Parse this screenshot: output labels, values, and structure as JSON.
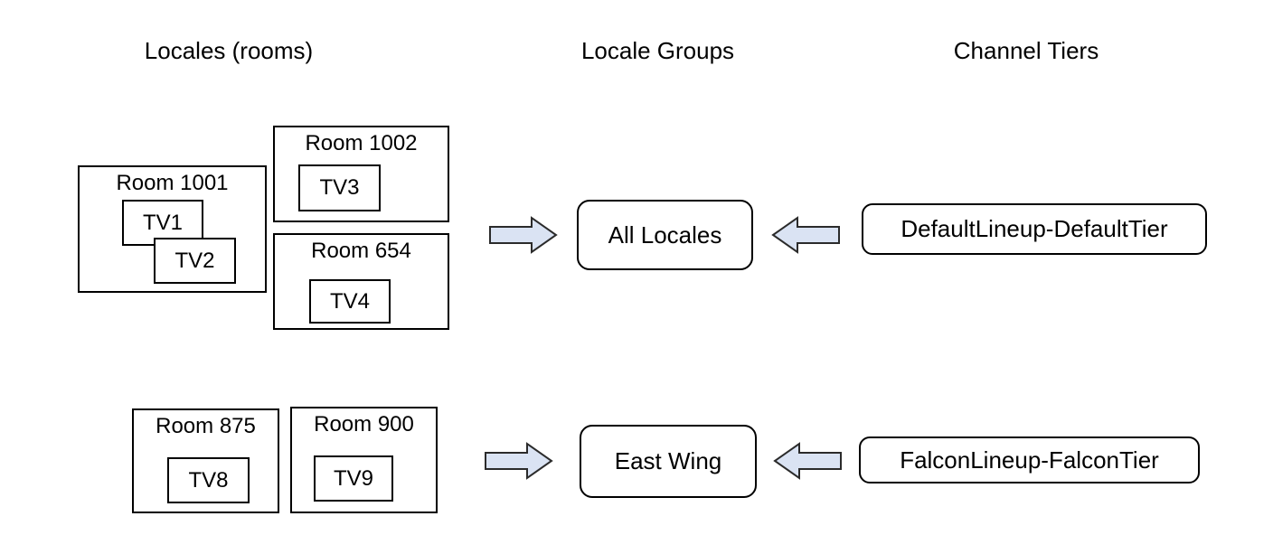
{
  "headers": {
    "locales": "Locales (rooms)",
    "locale_groups": "Locale Groups",
    "channel_tiers": "Channel Tiers"
  },
  "rooms": [
    {
      "label": "Room 1001",
      "tvs": [
        "TV1",
        "TV2"
      ]
    },
    {
      "label": "Room 1002",
      "tvs": [
        "TV3"
      ]
    },
    {
      "label": "Room 654",
      "tvs": [
        "TV4"
      ]
    },
    {
      "label": "Room 875",
      "tvs": [
        "TV8"
      ]
    },
    {
      "label": "Room 900",
      "tvs": [
        "TV9"
      ]
    }
  ],
  "locale_groups": [
    {
      "label": "All Locales"
    },
    {
      "label": "East Wing"
    }
  ],
  "channel_tiers": [
    {
      "label": "DefaultLineup-DefaultTier"
    },
    {
      "label": "FalconLineup-FalconTier"
    }
  ],
  "colors": {
    "arrow_fill": "#dae3f3",
    "arrow_stroke": "#2b2b2b",
    "box_border": "#000000",
    "background": "#ffffff"
  }
}
